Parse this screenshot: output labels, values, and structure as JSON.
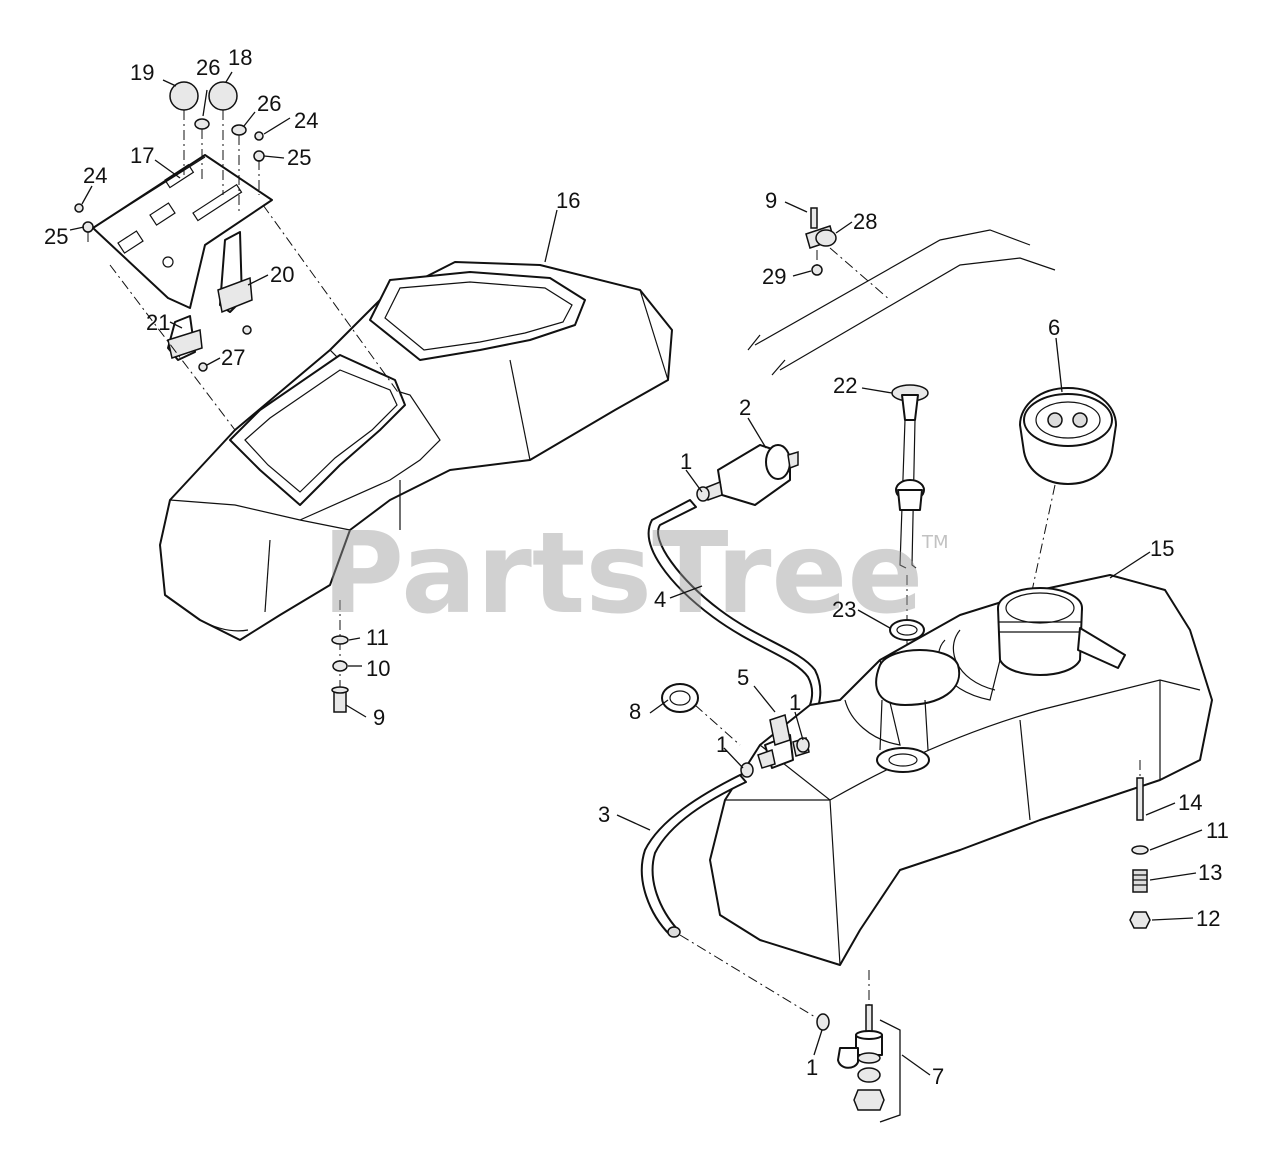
{
  "watermark": {
    "brand": "PartsTree",
    "trademark": "TM"
  },
  "callouts": [
    {
      "id": "c19",
      "label": "19"
    },
    {
      "id": "c26a",
      "label": "26"
    },
    {
      "id": "c18",
      "label": "18"
    },
    {
      "id": "c26b",
      "label": "26"
    },
    {
      "id": "c24a",
      "label": "24"
    },
    {
      "id": "c25a",
      "label": "25"
    },
    {
      "id": "c17",
      "label": "17"
    },
    {
      "id": "c24b",
      "label": "24"
    },
    {
      "id": "c25b",
      "label": "25"
    },
    {
      "id": "c20",
      "label": "20"
    },
    {
      "id": "c21",
      "label": "21"
    },
    {
      "id": "c27",
      "label": "27"
    },
    {
      "id": "c16",
      "label": "16"
    },
    {
      "id": "c11a",
      "label": "11"
    },
    {
      "id": "c10",
      "label": "10"
    },
    {
      "id": "c9a",
      "label": "9"
    },
    {
      "id": "c9b",
      "label": "9"
    },
    {
      "id": "c28",
      "label": "28"
    },
    {
      "id": "c29",
      "label": "29"
    },
    {
      "id": "c6",
      "label": "6"
    },
    {
      "id": "c22",
      "label": "22"
    },
    {
      "id": "c2",
      "label": "2"
    },
    {
      "id": "c1a",
      "label": "1"
    },
    {
      "id": "c4",
      "label": "4"
    },
    {
      "id": "c15",
      "label": "15"
    },
    {
      "id": "c23",
      "label": "23"
    },
    {
      "id": "c5",
      "label": "5"
    },
    {
      "id": "c1b",
      "label": "1"
    },
    {
      "id": "c8",
      "label": "8"
    },
    {
      "id": "c1c",
      "label": "1"
    },
    {
      "id": "c3",
      "label": "3"
    },
    {
      "id": "c14",
      "label": "14"
    },
    {
      "id": "c11b",
      "label": "11"
    },
    {
      "id": "c13",
      "label": "13"
    },
    {
      "id": "c12",
      "label": "12"
    },
    {
      "id": "c1d",
      "label": "1"
    },
    {
      "id": "c7",
      "label": "7"
    }
  ]
}
